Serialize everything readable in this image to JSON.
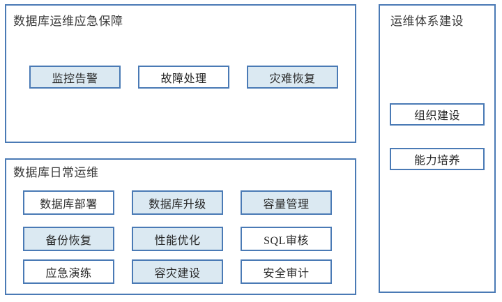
{
  "diagram": {
    "title_hidden": "",
    "colors": {
      "border": "#4a7ab5",
      "fill_highlight": "#dbe9f2",
      "fill_plain": "#ffffff",
      "title_text": "#3a3a3a",
      "node_text": "#262626"
    },
    "panels": [
      {
        "id": "emergency",
        "title": "数据库运维应急保障",
        "nodes": [
          {
            "label": "监控告警",
            "fill": "highlight"
          },
          {
            "label": "故障处理",
            "fill": "plain"
          },
          {
            "label": "灾难恢复",
            "fill": "highlight"
          }
        ]
      },
      {
        "id": "daily",
        "title": "数据库日常运维",
        "nodes": [
          {
            "label": "数据库部署",
            "fill": "plain"
          },
          {
            "label": "数据库升级",
            "fill": "highlight"
          },
          {
            "label": "容量管理",
            "fill": "highlight"
          },
          {
            "label": "备份恢复",
            "fill": "highlight"
          },
          {
            "label": "性能优化",
            "fill": "highlight"
          },
          {
            "label": "SQL审核",
            "fill": "plain"
          },
          {
            "label": "应急演练",
            "fill": "plain"
          },
          {
            "label": "容灾建设",
            "fill": "highlight"
          },
          {
            "label": "安全审计",
            "fill": "plain"
          }
        ]
      },
      {
        "id": "system",
        "title": "运维体系建设",
        "nodes": [
          {
            "label": "组织建设",
            "fill": "plain"
          },
          {
            "label": "能力培养",
            "fill": "plain"
          }
        ]
      }
    ]
  }
}
